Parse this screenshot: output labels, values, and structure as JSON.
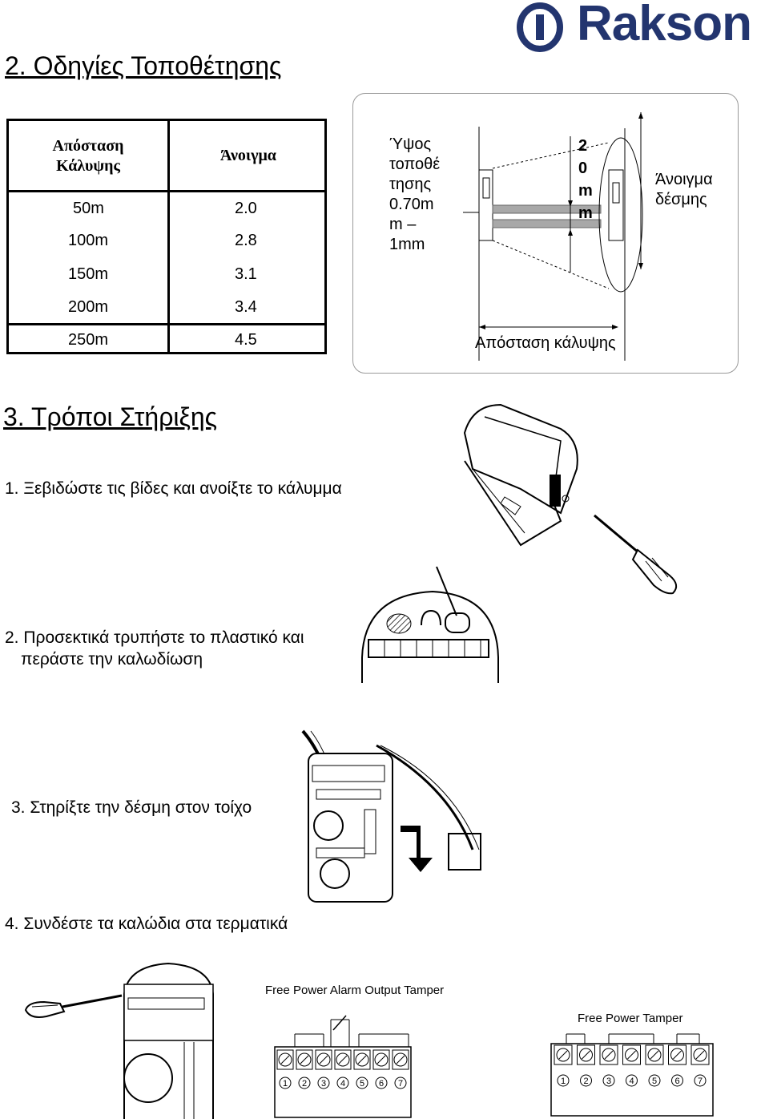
{
  "brand": {
    "logo_text": "Rakson"
  },
  "section2": {
    "title": "2. Οδηγίες  Τοποθέτησης"
  },
  "table": {
    "header_col1_line1": "Απόσταση",
    "header_col1_line2": "Κάλυψης",
    "header_col2": "Άνοιγμα",
    "rows": [
      {
        "distance": "50m",
        "opening": "2.0"
      },
      {
        "distance": "100m",
        "opening": "2.8"
      },
      {
        "distance": "150m",
        "opening": "3.1"
      },
      {
        "distance": "200m",
        "opening": "3.4"
      },
      {
        "distance": "250m",
        "opening": "4.5"
      }
    ]
  },
  "diagram": {
    "height_line1": "Ύψος",
    "height_line2": "τοποθέ",
    "height_line3": "τησης",
    "height_line4": "0.70m",
    "height_line5": "m –",
    "height_line6": "1mm",
    "beam_width_chars": [
      "2",
      "0",
      "m",
      "m"
    ],
    "opening_line1": "Άνοιγμα",
    "opening_line2": "δέσμης",
    "coverage_label": "Απόσταση κάλυψης"
  },
  "section3": {
    "title": "3. Τρόποι  Στήριξης",
    "step1": "1. Ξεβιδώστε τις βίδες και ανοίξτε το κάλυμμα",
    "step2_line1": "2. Προσεκτικά τρυπήστε το πλαστικό και",
    "step2_line2": "περάστε την καλωδίωση",
    "step3": "3. Στηρίξτε την δέσμη στον τοίχο",
    "step4": "4. Συνδέστε τα καλώδια στα τερματικά"
  },
  "wiring": {
    "receiver_label": "Free Power Alarm Output Tamper",
    "transmitter_label": "Free Power Tamper",
    "receiver_terminals": [
      "1",
      "2",
      "3",
      "4",
      "5",
      "6",
      "7"
    ],
    "transmitter_terminals": [
      "1",
      "2",
      "3",
      "4",
      "5",
      "6",
      "7"
    ]
  },
  "colors": {
    "brand": "#23356f",
    "beam": "#a8a8a8"
  }
}
